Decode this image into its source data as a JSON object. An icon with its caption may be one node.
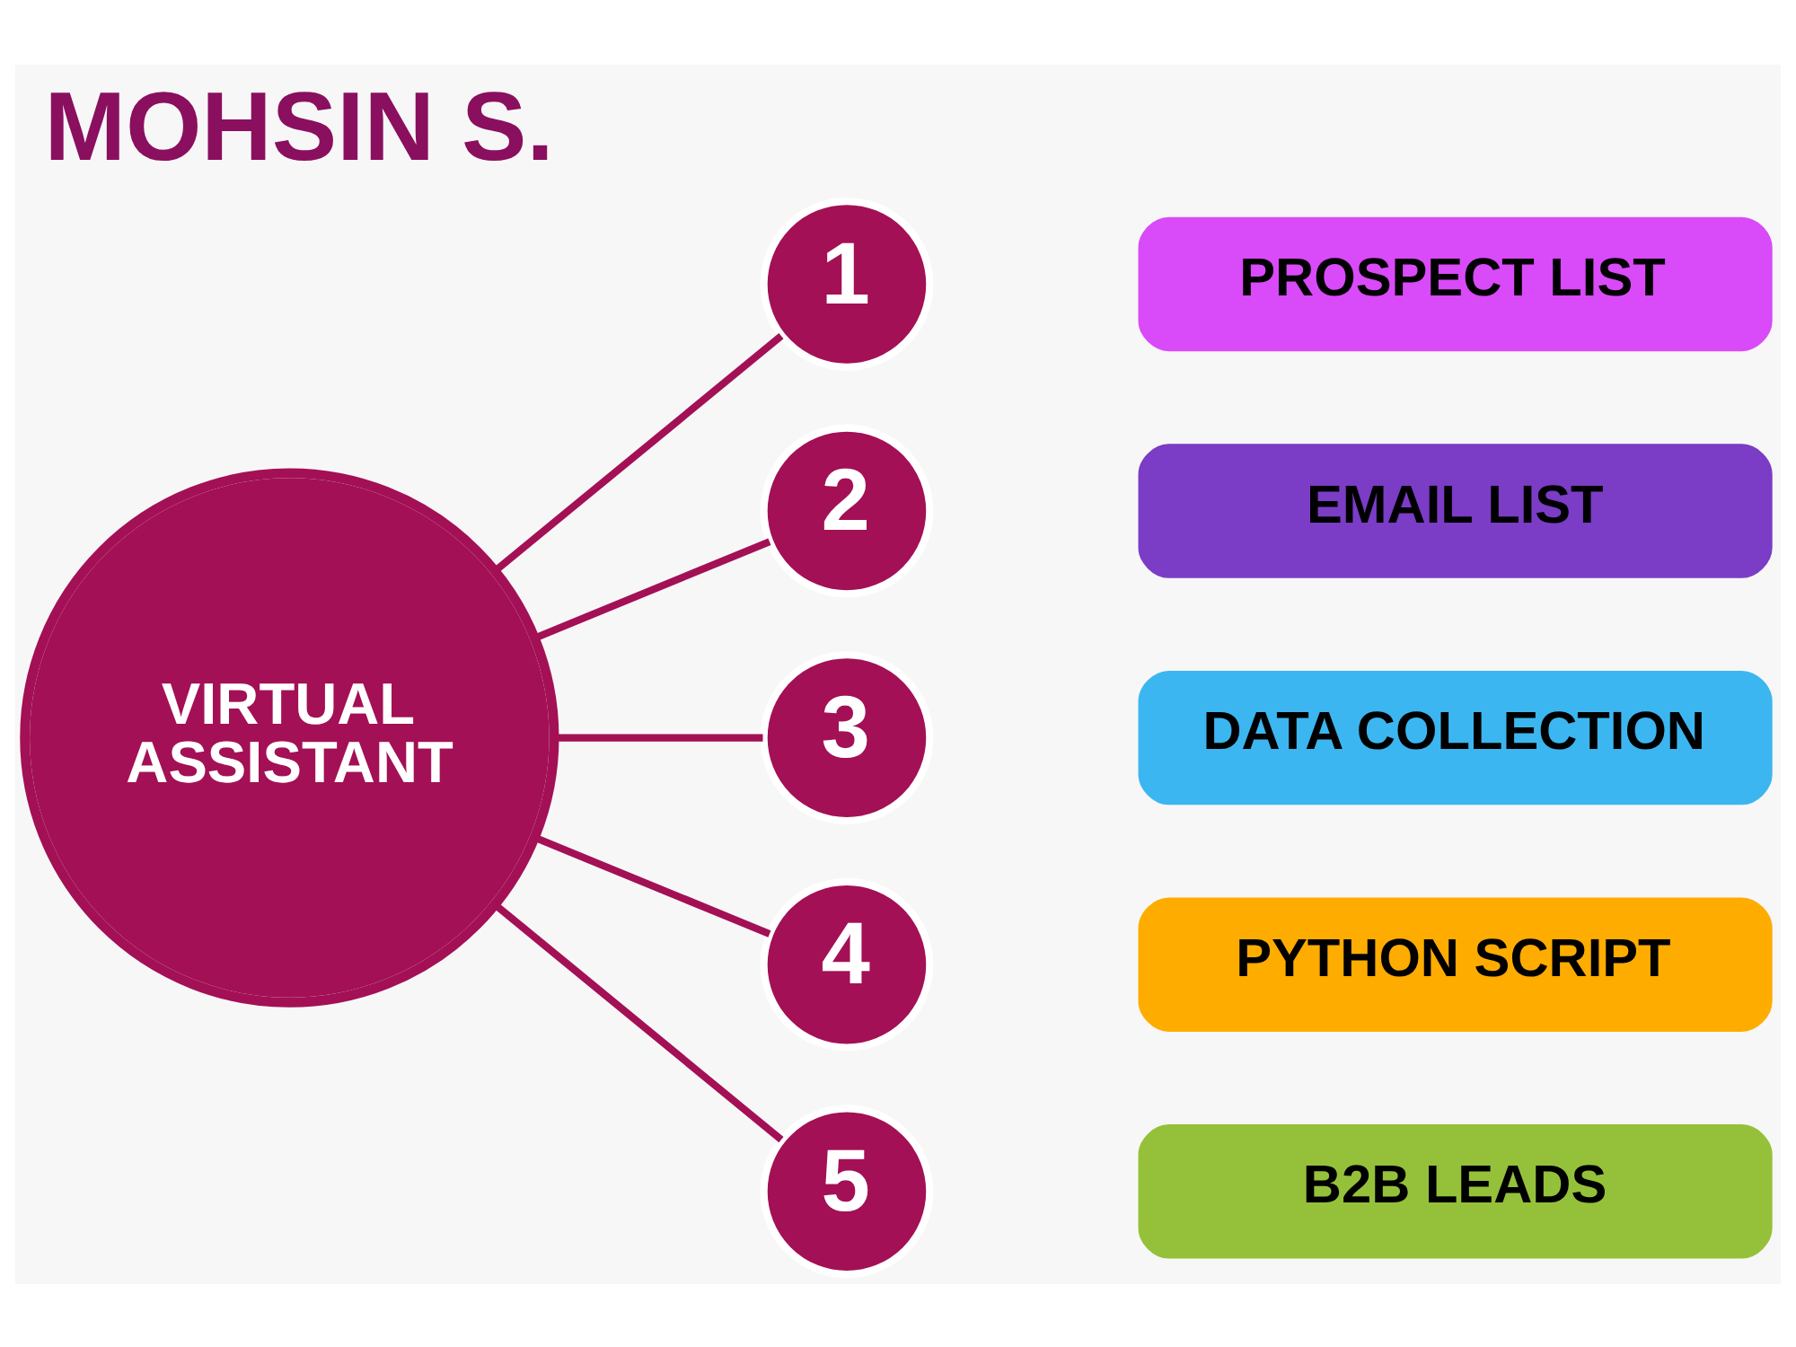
{
  "diagram": {
    "title": "MOHSIN S.",
    "nodes": [
      {
        "text": [
          "VIRTUAL ASSISTANT"
        ]
      },
      {
        "text": [
          "1"
        ]
      },
      {
        "text": [
          "PROSPECT LIST"
        ]
      },
      {
        "text": [
          "2"
        ]
      },
      {
        "text": [
          "EMAIL LIST"
        ]
      },
      {
        "text": [
          "3"
        ]
      },
      {
        "text": [
          "DATA COLLECTION"
        ]
      },
      {
        "text": [
          "4"
        ]
      },
      {
        "text": [
          "PYTHON SCRIPT"
        ]
      },
      {
        "text": [
          "5"
        ]
      },
      {
        "text": [
          "B2B LEADS"
        ]
      }
    ],
    "edges": [
      {
        "from": 0,
        "to": 1,
        "arrow": "none"
      },
      {
        "from": 0,
        "to": 3,
        "arrow": "none"
      },
      {
        "from": 0,
        "to": 5,
        "arrow": "none"
      },
      {
        "from": 0,
        "to": 7,
        "arrow": "none"
      },
      {
        "from": 0,
        "to": 9,
        "arrow": "none"
      }
    ]
  }
}
